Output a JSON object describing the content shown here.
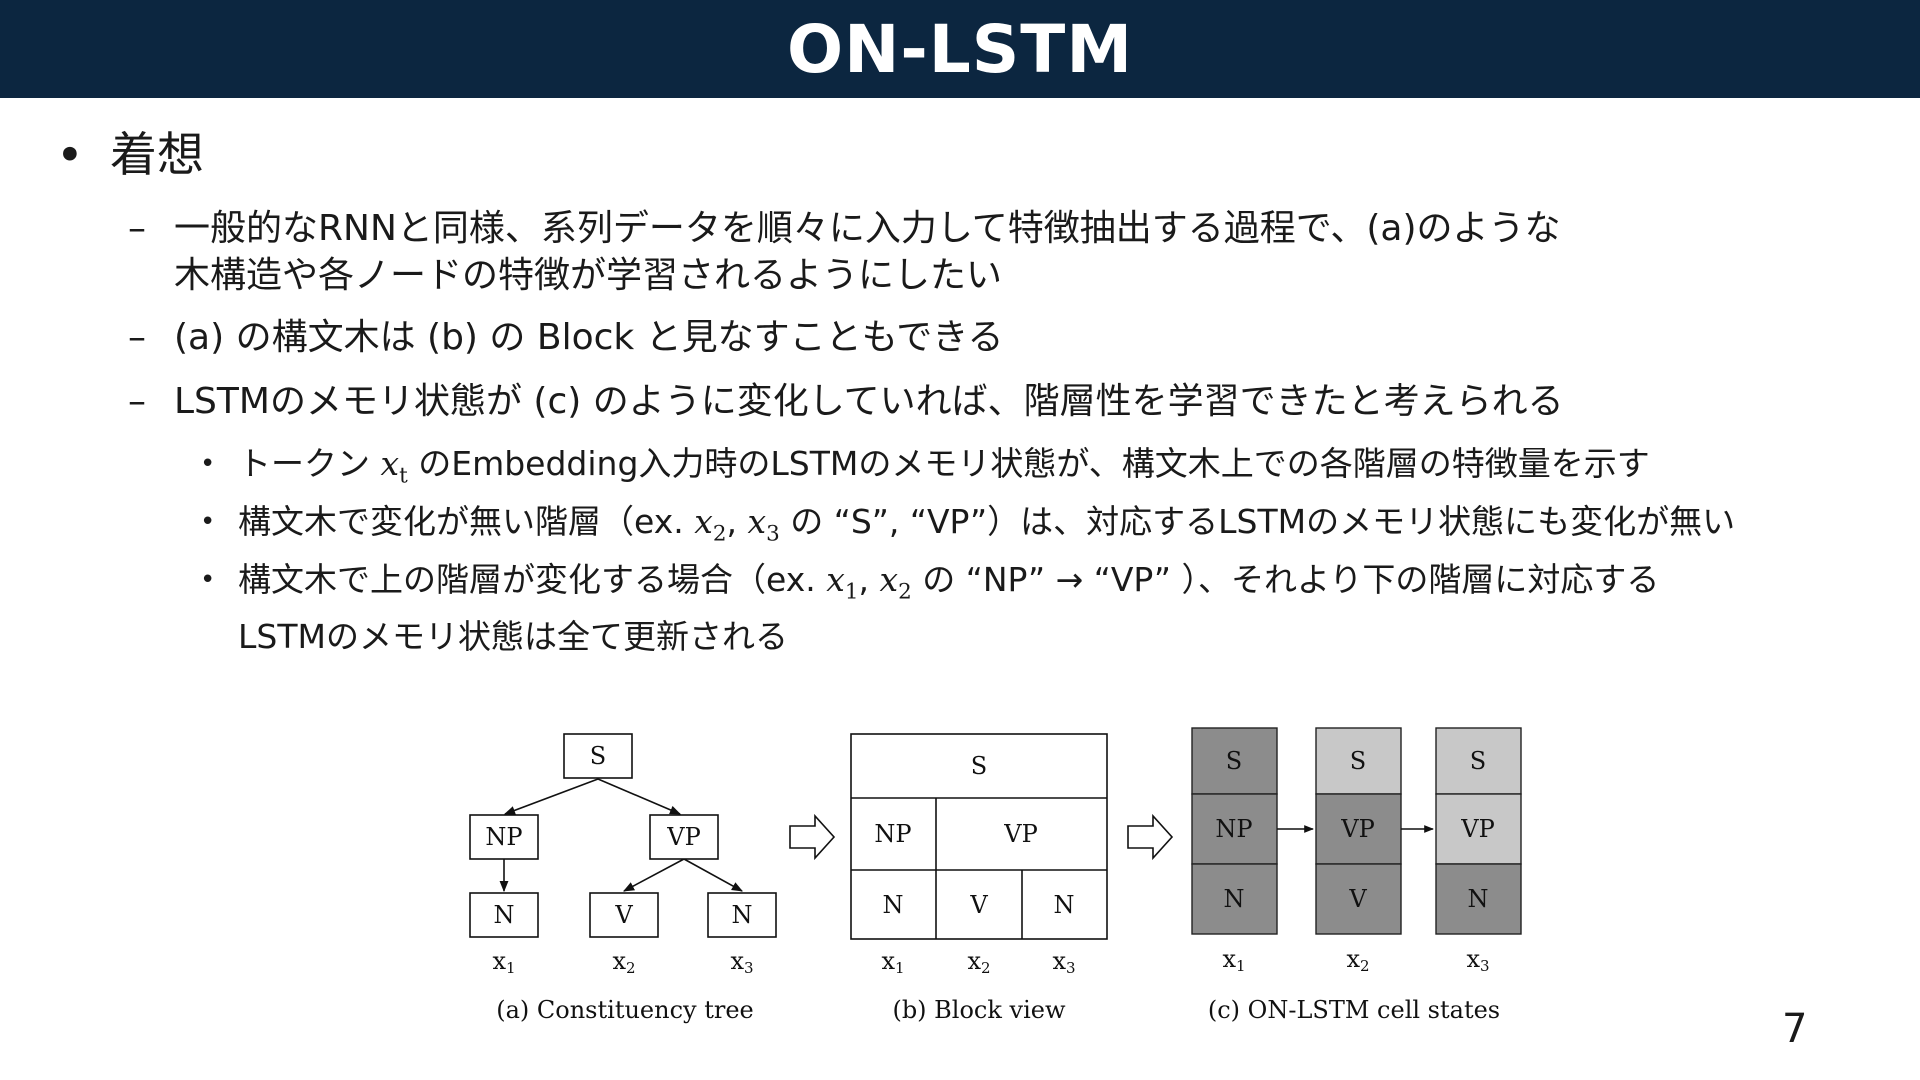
{
  "slide": {
    "title": "ON-LSTM",
    "page_number": "7"
  },
  "bullets": {
    "level1": {
      "marker": "•",
      "text": "着想"
    },
    "items": [
      {
        "marker": "–",
        "line1": "一般的なRNNと同様、系列データを順々に入力して特徴抽出する過程で、(a)のような",
        "line2": "木構造や各ノードの特徴が学習されるようにしたい"
      },
      {
        "marker": "–",
        "line1": "(a) の構文木は (b) の Block と見なすこともできる"
      },
      {
        "marker": "–",
        "line1": "LSTMのメモリ状態が (c) のように変化していれば、階層性を学習できたと考えられる"
      }
    ],
    "sub_items": [
      {
        "marker": "•",
        "pre": "トークン ",
        "var": "x",
        "sub": "t",
        "post": " のEmbedding入力時のLSTMのメモリ状態が、構文木上での各階層の特徴量を示す"
      },
      {
        "marker": "•",
        "pre": "構文木で変化が無い階層（ex. ",
        "var1": "x",
        "sub1": "2",
        "sep": ", ",
        "var2": "x",
        "sub2": "3",
        "post": " の “S”, “VP”）は、対応するLSTMのメモリ状態にも変化が無い"
      },
      {
        "marker": "•",
        "pre": "構文木で上の階層が変化する場合（ex. ",
        "var1": "x",
        "sub1": "1",
        "sep": ", ",
        "var2": "x",
        "sub2": "2",
        "post": " の “NP” → “VP” ）、それより下の階層に対応する",
        "line2": "LSTMのメモリ状態は全て更新される"
      }
    ]
  },
  "figure": {
    "tree": {
      "root": "S",
      "np": "NP",
      "vp": "VP",
      "n1": "N",
      "v": "V",
      "n2": "N",
      "x1": "x",
      "x1_sub": "1",
      "x2": "x",
      "x2_sub": "2",
      "x3": "x",
      "x3_sub": "3",
      "caption": "(a) Constituency tree"
    },
    "block": {
      "s": "S",
      "np": "NP",
      "vp": "VP",
      "n1": "N",
      "v": "V",
      "n2": "N",
      "x1": "x",
      "x1_sub": "1",
      "x2": "x",
      "x2_sub": "2",
      "x3": "x",
      "x3_sub": "3",
      "caption": "(b) Block view"
    },
    "cells": {
      "col1": [
        "S",
        "NP",
        "N"
      ],
      "col2": [
        "S",
        "VP",
        "V"
      ],
      "col3": [
        "S",
        "VP",
        "N"
      ],
      "x1": "x",
      "x1_sub": "1",
      "x2": "x",
      "x2_sub": "2",
      "x3": "x",
      "x3_sub": "3",
      "caption": "(c) ON-LSTM cell states"
    },
    "colors": {
      "dark_cell": "#8c8c8c",
      "light_cell": "#c8c8c8",
      "header_bg": "#0c2640"
    }
  }
}
